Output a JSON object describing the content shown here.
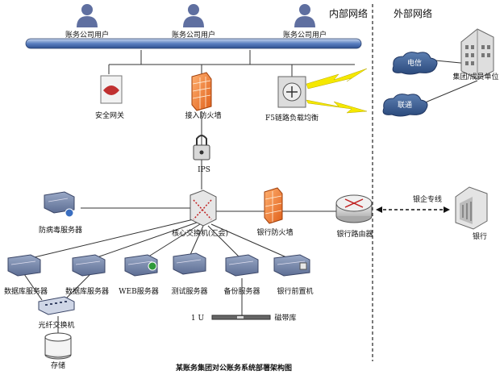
{
  "zones": {
    "internal": "内部网络",
    "external": "外部网络"
  },
  "users": [
    "账务公司用户",
    "账务公司用户",
    "账务公司用户"
  ],
  "devices": {
    "security_gateway": "安全网关",
    "access_firewall": "接入防火墙",
    "f5": "F5链路负载均衡",
    "ips": "IPS",
    "core_switch": "核心交换机(汇会)",
    "bank_firewall": "银行防火墙",
    "bank_router": "银行路由器",
    "antivirus": "防病毒服务器",
    "db1": "数据库服务器",
    "db2": "数据库服务器",
    "web": "WEB服务器",
    "test": "测试服务器",
    "backup": "备份服务器",
    "bank_frontend": "银行前置机",
    "fiber_switch": "光纤交换机",
    "storage": "存储",
    "tape_unit": "1 U",
    "tape_library": "磁带库",
    "group": "集团/成员单位",
    "bank": "银行"
  },
  "clouds": {
    "telecom": "电信",
    "unicom": "联通"
  },
  "links": {
    "bank_line": "银企专线"
  },
  "caption": "某账务集团对公账务系统部署架构图"
}
